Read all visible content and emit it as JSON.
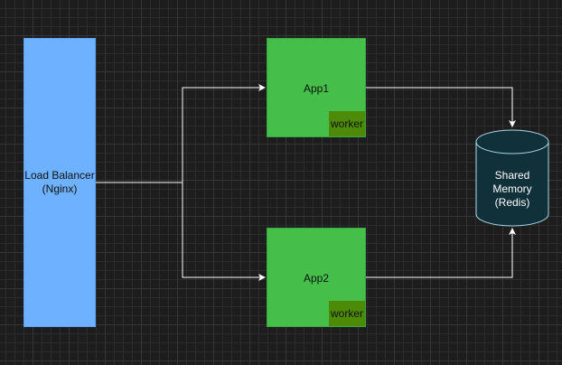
{
  "diagram": {
    "load_balancer": {
      "line1": "Load Balancer",
      "line2": "(Nginx)",
      "color": "#6eb2ff"
    },
    "apps": [
      {
        "label": "App1",
        "worker": "worker"
      },
      {
        "label": "App2",
        "worker": "worker"
      }
    ],
    "app_color": "#45bf4a",
    "worker_color": "#4d8a08",
    "shared_memory": {
      "line1": "Shared",
      "line2": "Memory",
      "line3": "(Redis)",
      "fill": "#10303a",
      "stroke": "#a8d8e8"
    },
    "edge_color": "#ffffff",
    "background": "#1d1d1d"
  }
}
